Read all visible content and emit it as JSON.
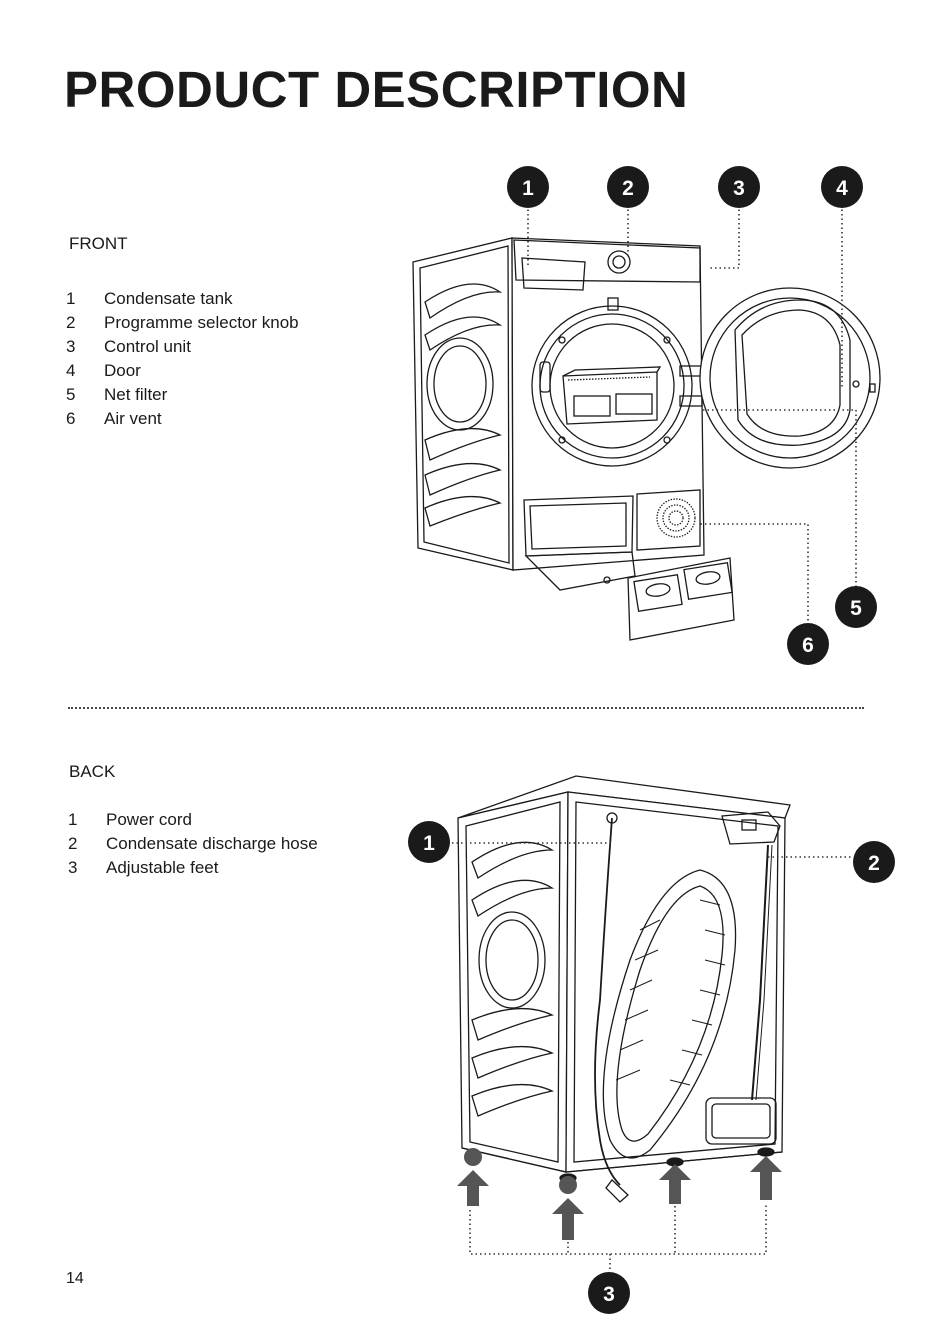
{
  "page": {
    "title": "PRODUCT DESCRIPTION",
    "page_number": "14"
  },
  "front": {
    "label": "FRONT",
    "items": [
      {
        "num": "1",
        "text": "Condensate tank"
      },
      {
        "num": "2",
        "text": "Programme selector knob"
      },
      {
        "num": "3",
        "text": "Control unit"
      },
      {
        "num": "4",
        "text": "Door"
      },
      {
        "num": "5",
        "text": "Net filter"
      },
      {
        "num": "6",
        "text": "Air vent"
      }
    ],
    "callouts": [
      "1",
      "2",
      "3",
      "4",
      "5",
      "6"
    ]
  },
  "back": {
    "label": "BACK",
    "items": [
      {
        "num": "1",
        "text": "Power cord"
      },
      {
        "num": "2",
        "text": "Condensate discharge hose"
      },
      {
        "num": "3",
        "text": "Adjustable feet"
      }
    ],
    "callouts": [
      "1",
      "2",
      "3"
    ]
  },
  "colors": {
    "ink": "#1a1a1a",
    "callout_fill": "#1a1a1a",
    "callout_text": "#ffffff",
    "arrow": "#555555"
  }
}
